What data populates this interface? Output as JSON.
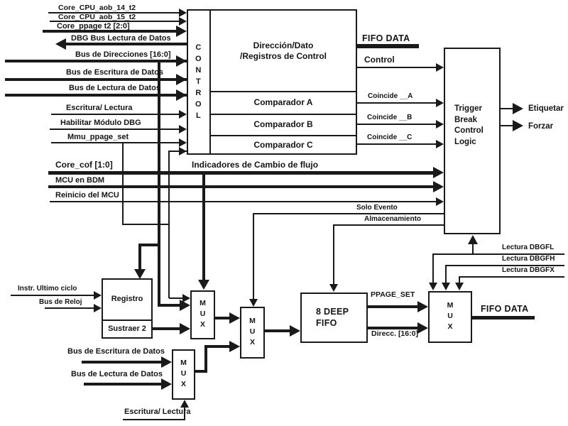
{
  "signals": {
    "core_cpu_aob_14": "Core_CPU_aob_14_t2",
    "core_cpu_aob_15": "Core_CPU_aob_15_t2",
    "core_ppage": "Core_ppage t2 [2:0]",
    "dbg_bus_lectura": "DBG  Bus Lectura de Datos",
    "bus_direcciones": "Bus de Direcciones [16:0]",
    "bus_escritura": "Bus de Escritura de Datos",
    "bus_lectura": "Bus de Lectura de Datos",
    "escritura_lectura": "Escritura/ Lectura",
    "habilitar_dbg": "Habilitar Módulo DBG",
    "mmu_ppage_set": "Mmu_ppage_set",
    "core_cof": "Core_cof [1:0]",
    "indicadores_cof": "Indicadores de Cambio de flujo",
    "mcu_en_bdm": "MCU en BDM",
    "reinicio_mcu": "Reinicio del MCU",
    "fifo_data": "FIFO DATA",
    "control": "Control",
    "coincide_a": "Coincide __A",
    "coincide_b": "Coincide __B",
    "coincide_c": "Coincide __C",
    "solo_evento": "Solo Evento",
    "almacenamiento": "Almacenamiento",
    "etiquetar": "Etiquetar",
    "forzar": "Forzar",
    "lectura_dbgfl": "Lectura  DBGFL",
    "lectura_dbgfh": "Lectura  DBGFH",
    "lectura_dbgfx": "Lectura  DBGFX",
    "ppage_set": "PPAGE_SET",
    "direcc": "Direcc. [16:0]",
    "instr_ultimo_ciclo": "Instr. Ultimo ciclo",
    "bus_reloj": "Bus de Reloj"
  },
  "blocks": {
    "control_vertical": "CONTROL",
    "registros": "Dirección/Dato\n/Registros de Control",
    "comparador_a": "Comparador A",
    "comparador_b": "Comparador B",
    "comparador_c": "Comparador C",
    "trigger_logic": "Trigger\nBreak\nControl\nLogic",
    "registro": "Registro",
    "sustraer": "Sustraer 2",
    "fifo": "8 DEEP\nFIFO",
    "mux": "MUX"
  },
  "colors": {
    "ink": "#1a1a1a",
    "background": "#ffffff"
  }
}
